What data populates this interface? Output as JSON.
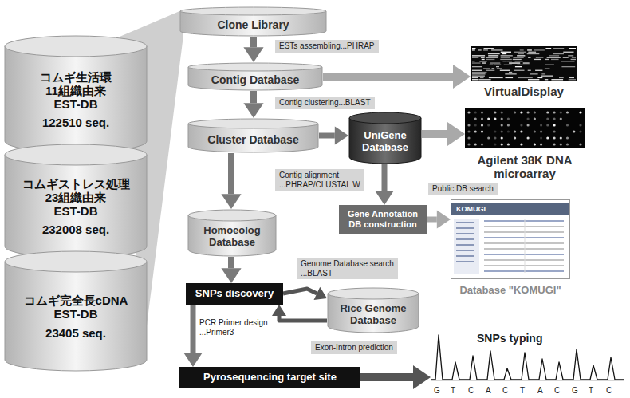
{
  "diagram": {
    "nodes": [
      {
        "text": [
          "コムギ生活環 11組織由来 EST-DB",
          "122510 seq."
        ]
      },
      {
        "text": [
          "コムギストレス処理 23組織由来 EST-DB",
          "232008 seq."
        ]
      },
      {
        "text": [
          "コムギ完全長cDNA EST-DB",
          "23405 seq."
        ]
      },
      {
        "text": [
          "Clone Library"
        ]
      },
      {
        "text": [
          "Contig Database"
        ]
      },
      {
        "text": [
          "VirtualDisplay"
        ]
      },
      {
        "text": [
          "Cluster Database"
        ]
      },
      {
        "text": [
          "UniGene Database"
        ]
      },
      {
        "text": [
          "Agilent 38K DNA microarray"
        ]
      },
      {
        "text": [
          "Homoeolog Database"
        ]
      },
      {
        "text": [
          "Gene Annotation DB construction"
        ]
      },
      {
        "text": [
          "KOMUGI",
          "Database \"KOMUGI\""
        ]
      },
      {
        "text": [
          "SNPs discovery"
        ]
      },
      {
        "text": [
          "Rice Genome Database"
        ]
      },
      {
        "text": [
          "Pyrosequencing target site"
        ]
      },
      {
        "text": [
          "SNPs typing"
        ]
      }
    ],
    "edges": [
      {
        "from": 3,
        "to": 4,
        "arrow": "to",
        "label": "ESTs assembling...PHRAP"
      },
      {
        "from": 4,
        "to": 5,
        "arrow": "to"
      },
      {
        "from": 4,
        "to": 6,
        "arrow": "to",
        "label": "Contig clustering...BLAST"
      },
      {
        "from": 6,
        "to": 7,
        "arrow": "to"
      },
      {
        "from": 7,
        "to": 8,
        "arrow": "to"
      },
      {
        "from": 6,
        "to": 9,
        "arrow": "to",
        "label": "Contig alignment ...PHRAP/CLUSTAL W"
      },
      {
        "from": 7,
        "to": 10,
        "arrow": "to",
        "label": "Public DB search"
      },
      {
        "from": 10,
        "to": 11,
        "arrow": "to"
      },
      {
        "from": 9,
        "to": 12,
        "arrow": "to"
      },
      {
        "from": 12,
        "to": 13,
        "arrow": "to",
        "label": "Genome Database search ...BLAST"
      },
      {
        "from": 13,
        "to": 12,
        "arrow": "to",
        "label": "PCR Primer design ...Primer3"
      },
      {
        "from": 12,
        "to": 14,
        "arrow": "to"
      },
      {
        "from": 14,
        "to": 15,
        "arrow": "to"
      }
    ],
    "labels": [
      "Exon-Intron prediction",
      "G",
      "T",
      "C",
      "A",
      "C",
      "T",
      "A",
      "C",
      "G",
      "T",
      "C"
    ]
  }
}
